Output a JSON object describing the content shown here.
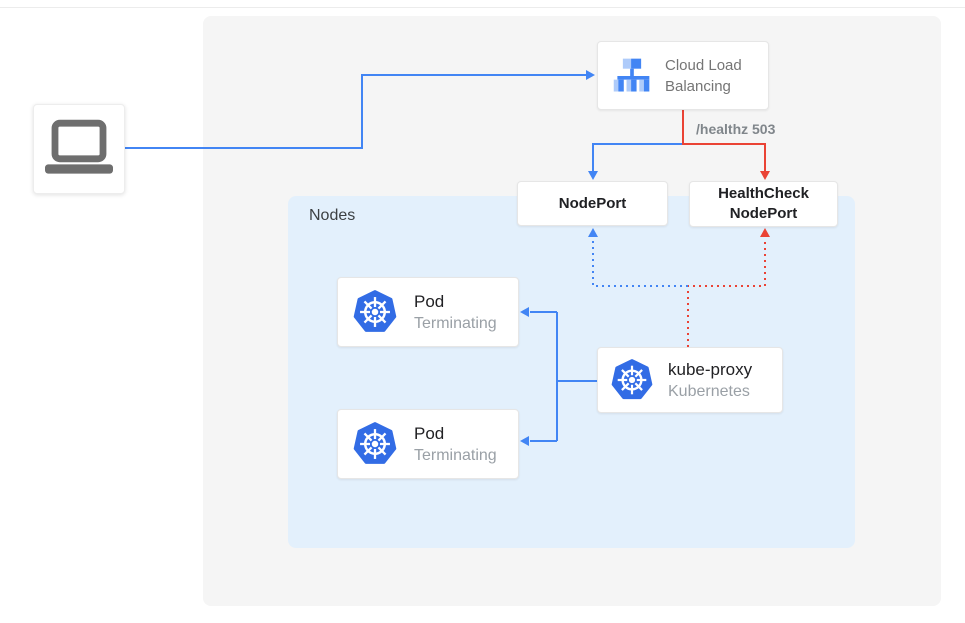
{
  "diagram": {
    "client": {
      "icon": "laptop-icon"
    },
    "cloud_load_balancing": {
      "label": "Cloud Load Balancing",
      "icon": "load-balancer-icon"
    },
    "health_check_route": {
      "label": "/healthz 503"
    },
    "nodes": {
      "label": "Nodes"
    },
    "nodeport": {
      "label": "NodePort"
    },
    "healthcheck_nodeport": {
      "line1": "HealthCheck",
      "line2": "NodePort"
    },
    "pods": [
      {
        "title": "Pod",
        "status": "Terminating",
        "icon": "kubernetes-icon"
      },
      {
        "title": "Pod",
        "status": "Terminating",
        "icon": "kubernetes-icon"
      }
    ],
    "kube_proxy": {
      "title": "kube-proxy",
      "subtitle": "Kubernetes",
      "icon": "kubernetes-icon"
    },
    "colors": {
      "traffic_blue": "#4285f4",
      "health_red": "#ea4335",
      "nodes_background": "#e3f0fc",
      "canvas_background": "#f5f5f5",
      "kubernetes_blue": "#326ce5",
      "label_gray": "#80868b"
    }
  }
}
